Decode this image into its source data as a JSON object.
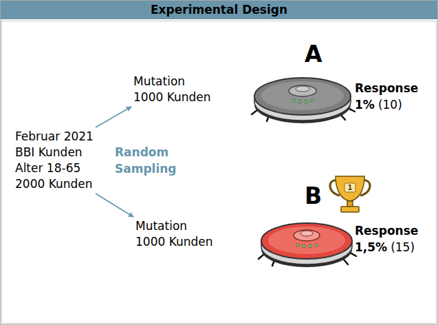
{
  "diagram": {
    "title": "Experimental Design",
    "nodes": [
      {
        "text": [
          "Februar 2021",
          "BBI Kunden",
          "Alter 18-65",
          "2000 Kunden"
        ]
      },
      {
        "text": [
          "Mutation",
          "1000 Kunden"
        ]
      },
      {
        "text": [
          "Mutation",
          "1000 Kunden"
        ]
      }
    ],
    "edges": [
      {
        "from": 0,
        "to": 1,
        "arrow": "to"
      },
      {
        "from": 0,
        "to": 2,
        "arrow": "to"
      }
    ],
    "labels": [
      "Random Sampling",
      "A",
      "Response",
      "1%",
      "(10)",
      "B",
      "1",
      "Response",
      "1,5%",
      "(15)"
    ]
  }
}
